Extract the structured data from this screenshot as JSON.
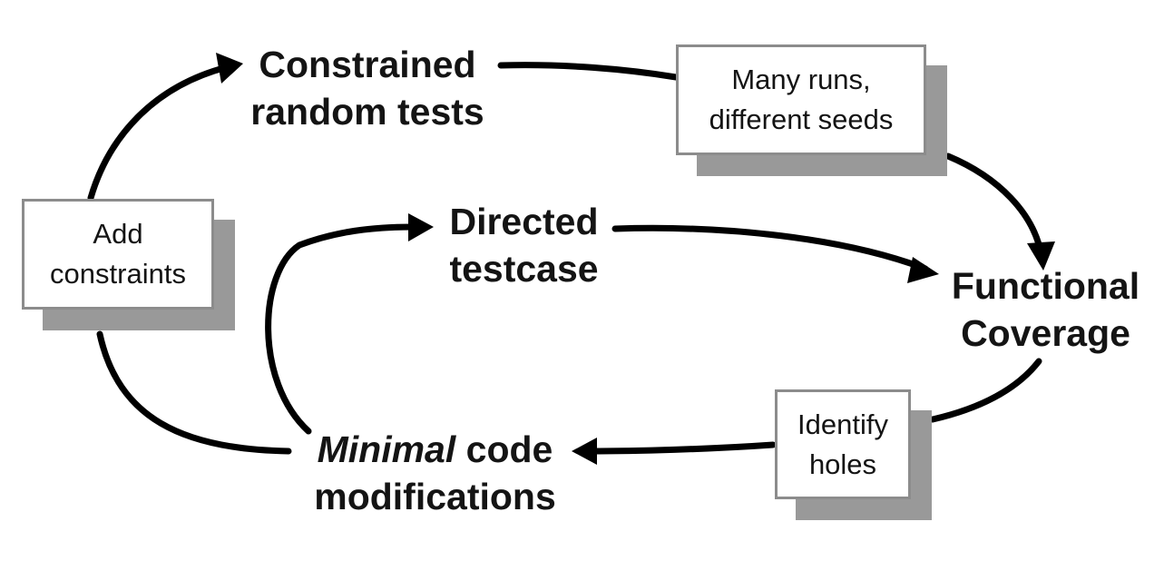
{
  "nodes": {
    "constrained_random_tests": [
      "Constrained",
      "random tests"
    ],
    "directed_testcase": [
      "Directed",
      "testcase"
    ],
    "functional_coverage": [
      "Functional",
      "Coverage"
    ],
    "minimal_code_modifications": {
      "line1_italic": "Minimal",
      "line1_rest": " code",
      "line2": "modifications"
    }
  },
  "boxes": {
    "many_runs": [
      "Many runs,",
      "different seeds"
    ],
    "add_constraints": [
      "Add",
      "constraints"
    ],
    "identify_holes": [
      "Identify",
      "holes"
    ]
  },
  "colors": {
    "arrow": "#000000",
    "box_border": "#8c8c8c",
    "box_shadow": "#999999",
    "text": "#141414"
  }
}
